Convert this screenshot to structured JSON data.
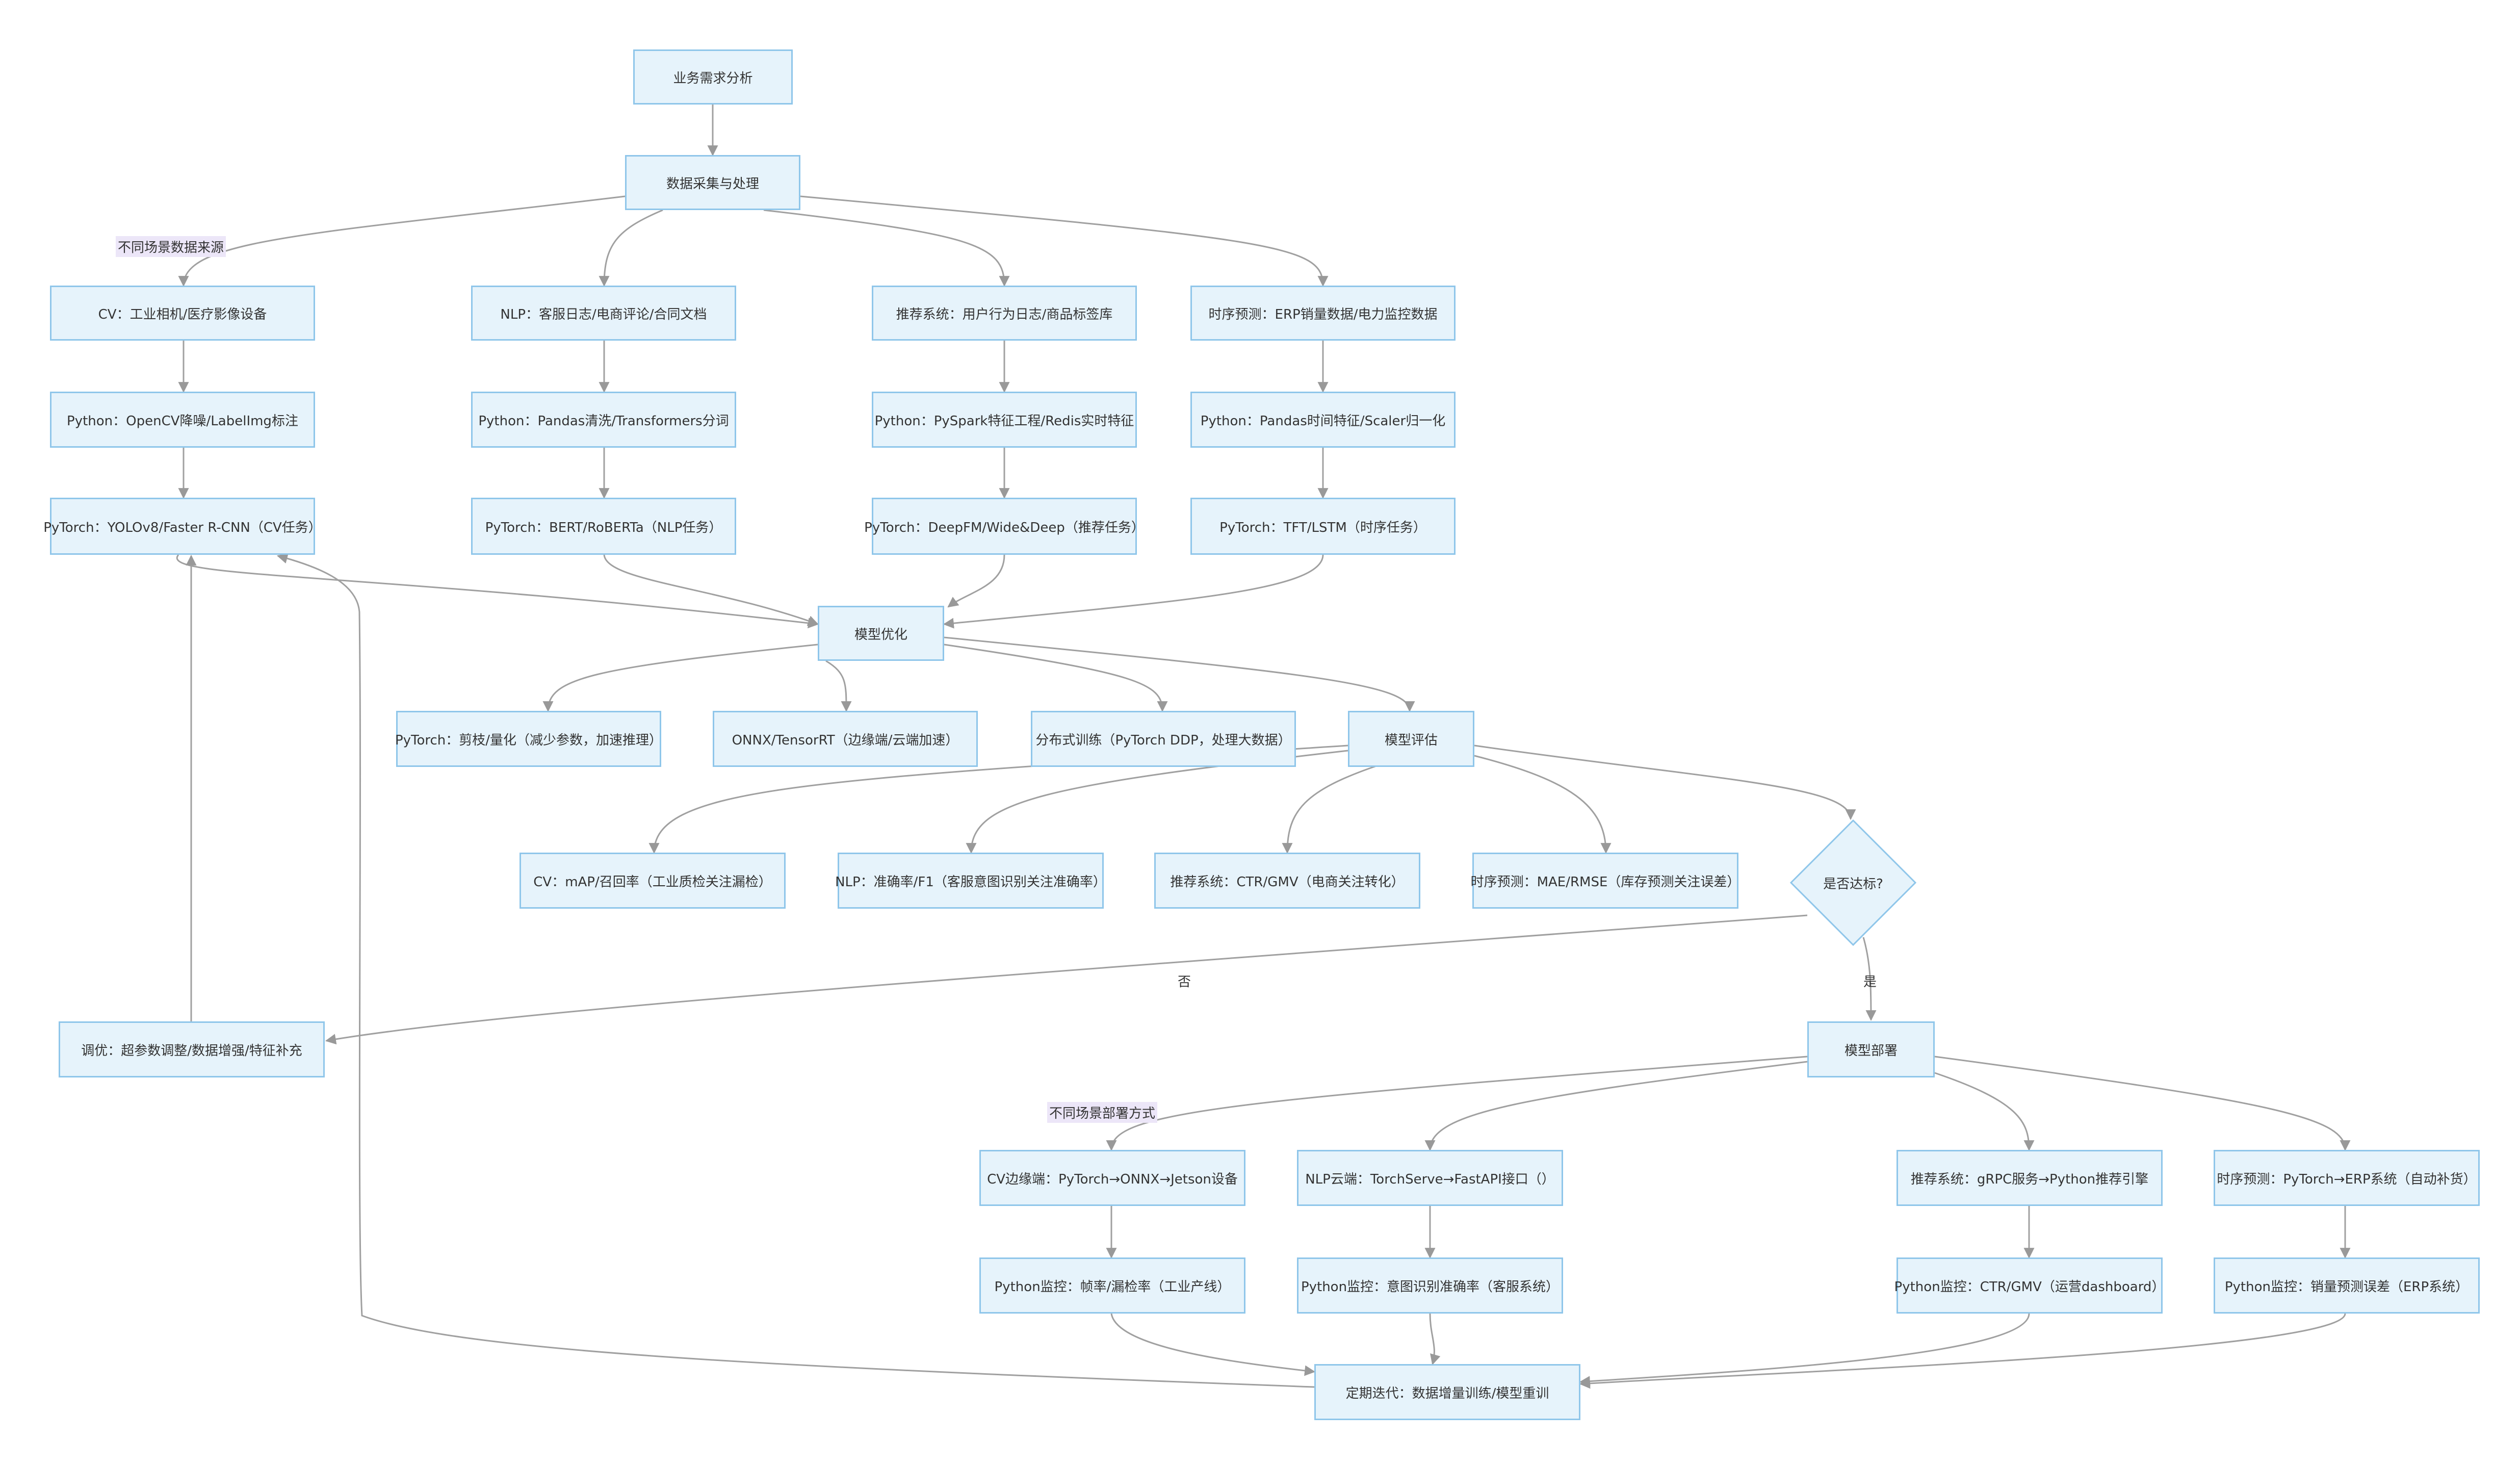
{
  "nodes": {
    "A": "业务需求分析",
    "B": "数据采集与处理",
    "C1": "CV：工业相机/医疗影像设备",
    "C2": "NLP：客服日志/电商评论/合同文档",
    "C3": "推荐系统：用户行为日志/商品标签库",
    "C4": "时序预测：ERP销量数据/电力监控数据",
    "D1": "Python：OpenCV降噪/LabelImg标注",
    "D2": "Python：Pandas清洗/Transformers分词",
    "D3": "Python：PySpark特征工程/Redis实时特征",
    "D4": "Python：Pandas时间特征/Scaler归一化",
    "E1": "PyTorch：YOLOv8/Faster R-CNN（CV任务）",
    "E2": "PyTorch：BERT/RoBERTa（NLP任务）",
    "E3": "PyTorch：DeepFM/Wide&Deep（推荐任务）",
    "E4": "PyTorch：TFT/LSTM（时序任务）",
    "F": "模型优化",
    "G1": "PyTorch：剪枝/量化（减少参数，加速推理）",
    "G2": "ONNX/TensorRT（边缘端/云端加速）",
    "G3": "分布式训练（PyTorch DDP，处理大数据）",
    "H": "模型评估",
    "I1": "CV：mAP/召回率（工业质检关注漏检）",
    "I2": "NLP：准确率/F1（客服意图识别关注准确率）",
    "I3": "推荐系统：CTR/GMV（电商关注转化）",
    "I4": "时序预测：MAE/RMSE（库存预测关注误差）",
    "J": "是否达标?",
    "K": "调优：超参数调整/数据增强/特征补充",
    "L": "模型部署",
    "M1": "CV边缘端：PyTorch→ONNX→Jetson设备",
    "M2": "NLP云端：TorchServe→FastAPI接口（）",
    "M3": "推荐系统：gRPC服务→Python推荐引擎",
    "M4": "时序预测：PyTorch→ERP系统（自动补货）",
    "N1": "Python监控：帧率/漏检率（工业产线）",
    "N2": "Python监控：意图识别准确率（客服系统）",
    "N3": "Python监控：CTR/GMV（运营dashboard）",
    "N4": "Python监控：销量预测误差（ERP系统）",
    "O": "定期迭代：数据增量训练/模型重训"
  },
  "edge_labels": {
    "data_sources": "不同场景数据来源",
    "no": "否",
    "yes": "是",
    "deploy_modes": "不同场景部署方式"
  },
  "colors": {
    "node_fill": "#e6f3fb",
    "node_border": "#8fc6ea",
    "edge": "#9a9a9a",
    "label_bg": "#ece6f8"
  }
}
